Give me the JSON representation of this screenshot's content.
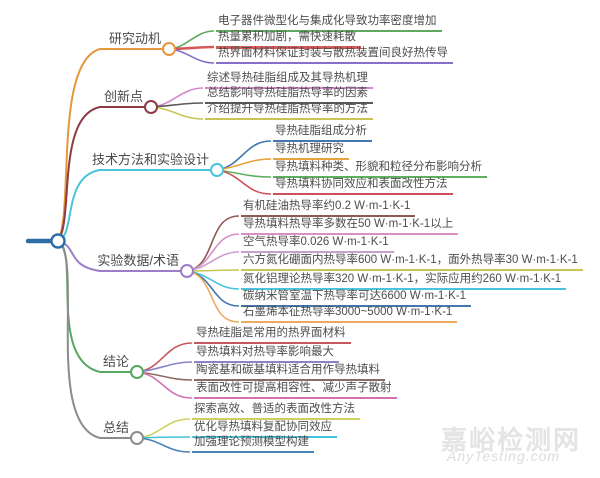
{
  "root": {
    "color": "#2D6DA8"
  },
  "branches": [
    {
      "label": "研究动机",
      "color": "#E6973C",
      "leaves": [
        {
          "text": "电子器件微型化与集成化导致功率密度增加",
          "color": "#5EA95E"
        },
        {
          "text": "热量累积加剧，需快速耗散",
          "color": "#D45A5A"
        },
        {
          "text": "热界面材料保证封装与散热装置间良好热传导",
          "color": "#8670C6"
        }
      ]
    },
    {
      "label": "创新点",
      "color": "#8C3B45",
      "leaves": [
        {
          "text": "综述导热硅脂组成及其导热机理",
          "color": "#D287C9"
        },
        {
          "text": "总结影响导热硅脂热导率的因素",
          "color": "#595959"
        },
        {
          "text": "介绍提升导热硅脂热导率的方法",
          "color": "#C8C553"
        }
      ]
    },
    {
      "label": "技术方法和实验设计",
      "color": "#49C4DC",
      "leaves": [
        {
          "text": "导热硅脂组成分析",
          "color": "#4377AD"
        },
        {
          "text": "导热机理研究",
          "color": "#E6A23C"
        },
        {
          "text": "导热填料种类、形貌和粒径分布影响分析",
          "color": "#5FAF5F"
        },
        {
          "text": "导热填料协同效应和表面改性方法",
          "color": "#CC5058"
        }
      ]
    },
    {
      "label": "实验数据/术语",
      "color": "#9C7EC8",
      "leaves": [
        {
          "text": "有机硅油热导率约0.2 W·m-1·K-1",
          "color": "#8E5B52"
        },
        {
          "text": "导热填料热导率多数在50 W·m-1·K-1以上",
          "color": "#D78FC5"
        },
        {
          "text": "空气热导率0.026 W·m-1·K-1",
          "color": "#C9A0CC"
        },
        {
          "text": "六方氮化硼面内热导率600 W·m-1·K-1，面外热导率30 W·m-1·K-1",
          "color": "#C8C553"
        },
        {
          "text": "氮化铝理论热导率320 W·m-1·K-1，实际应用约260 W·m-1·K-1",
          "color": "#49C4DC"
        },
        {
          "text": "碳纳米管室温下热导率可达6600 W·m-1·K-1",
          "color": "#4377AD"
        },
        {
          "text": "石墨烯本征热导率3000~5000 W·m-1·K-1",
          "color": "#EBAA5E"
        }
      ]
    },
    {
      "label": "结论",
      "color": "#55A85F",
      "leaves": [
        {
          "text": "导热硅脂是常用的热界面材料",
          "color": "#C45A60"
        },
        {
          "text": "导热填料对热导率影响最大",
          "color": "#8C82C8"
        },
        {
          "text": "陶瓷基和碳基填料适合用作导热填料",
          "color": "#8C6B62"
        },
        {
          "text": "表面改性可提高相容性、减少声子散射",
          "color": "#D272B2"
        }
      ]
    },
    {
      "label": "总结",
      "color": "#8C8C8C",
      "leaves": [
        {
          "text": "探索高效、普适的表面改性方法",
          "color": "#CDD05E"
        },
        {
          "text": "优化导热填料复配协同效应",
          "color": "#43C4DC"
        },
        {
          "text": "加强理论预测模型构建",
          "color": "#4C84B8"
        }
      ]
    }
  ],
  "watermark": {
    "line1": "嘉峪检测网",
    "line2": "AnyTesting.com"
  }
}
